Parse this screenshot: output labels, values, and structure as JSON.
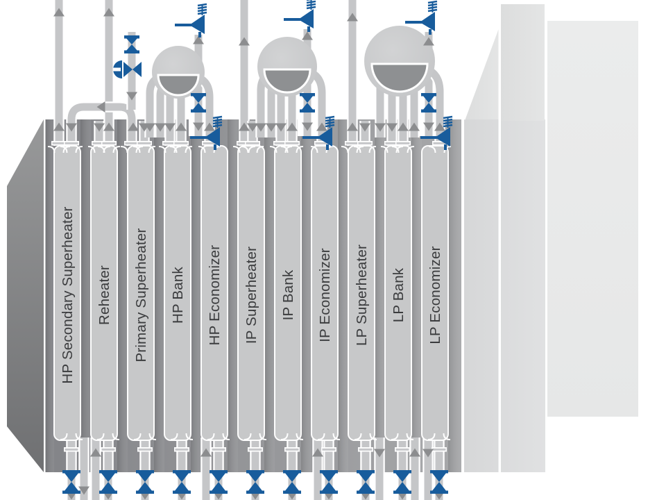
{
  "diagram": {
    "title": "HRSG boiler cutaway diagram",
    "type": "process-equipment-schematic"
  },
  "panels": [
    {
      "label": "HP Secondary Superheater"
    },
    {
      "label": "Reheater"
    },
    {
      "label": "Primary Superheater"
    },
    {
      "label": "HP Bank"
    },
    {
      "label": "HP Economizer"
    },
    {
      "label": "IP Superheater"
    },
    {
      "label": "IP Bank"
    },
    {
      "label": "IP Economizer"
    },
    {
      "label": "LP Superheater"
    },
    {
      "label": "LP Bank"
    },
    {
      "label": "LP Economizer"
    }
  ],
  "drums": [
    {
      "name": "hp-steam-drum"
    },
    {
      "name": "ip-steam-drum"
    },
    {
      "name": "lp-steam-drum"
    }
  ],
  "icons": {
    "isolation_valve": "hourglass-valve-icon",
    "safety_valve": "safety-relief-valve-icon",
    "control_valve": "control-valve-icon",
    "flow_arrow": "flow-arrow-icon"
  },
  "colors": {
    "valve_blue": "#185c9c",
    "pipe_gray": "#c5c6c8",
    "arrow_gray": "#8c8d8f",
    "panel_gray": "#c7c8c9",
    "label_text": "#3b3c3e",
    "enclosure_dark": "#85868a",
    "enclosure_light": "#a6a7a9",
    "left_face_top": "#98999a",
    "left_face_bottom": "#6f7072",
    "duct_light": "#d9dadb",
    "stack_light": "#e0e1e1",
    "far_band": "#e9eaea",
    "drum_shell": "#c8c9ca",
    "drum_water": "#8e9092",
    "background": "#ffffff"
  }
}
